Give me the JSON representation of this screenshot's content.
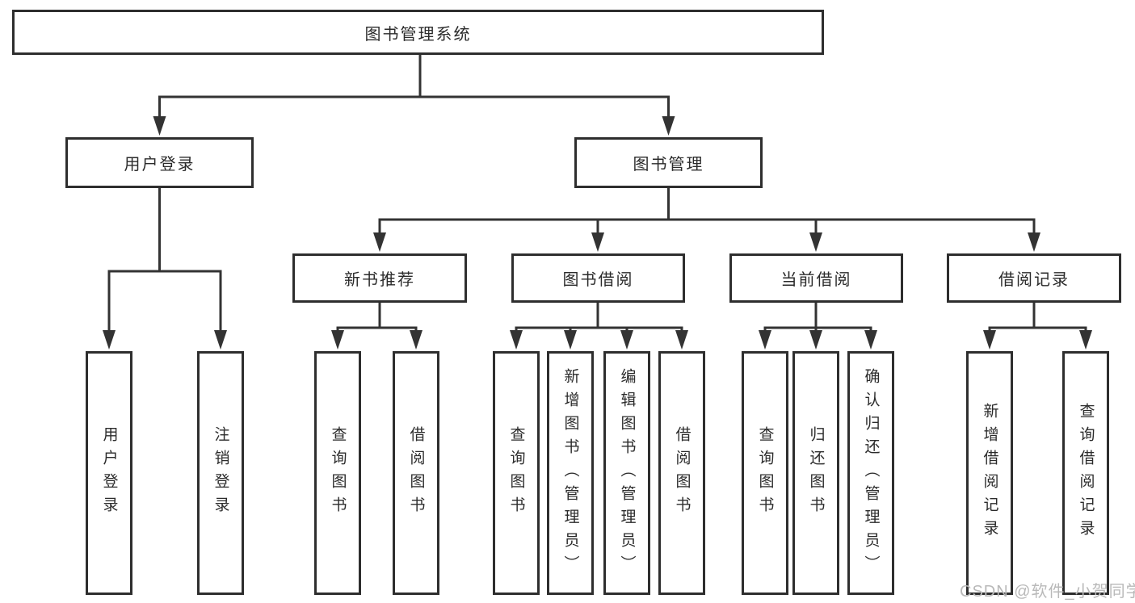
{
  "diagram": {
    "type": "tree",
    "orientation": "top-down"
  },
  "tree": {
    "root": {
      "label": "图书管理系统"
    },
    "children": [
      {
        "label": "用户登录",
        "children": [
          {
            "label": "用户登录"
          },
          {
            "label": "注销登录"
          }
        ]
      },
      {
        "label": "图书管理",
        "children": [
          {
            "label": "新书推荐",
            "children": [
              {
                "label": "查询图书"
              },
              {
                "label": "借阅图书"
              }
            ]
          },
          {
            "label": "图书借阅",
            "children": [
              {
                "label": "查询图书"
              },
              {
                "label": "新增图书（管理员）"
              },
              {
                "label": "编辑图书（管理员）"
              },
              {
                "label": "借阅图书"
              }
            ]
          },
          {
            "label": "当前借阅",
            "children": [
              {
                "label": "查询图书"
              },
              {
                "label": "归还图书"
              },
              {
                "label": "确认归还（管理员）"
              }
            ]
          },
          {
            "label": "借阅记录",
            "children": [
              {
                "label": "新增借阅记录"
              },
              {
                "label": "查询借阅记录"
              }
            ]
          }
        ]
      }
    ]
  },
  "watermark": {
    "text": "CSDN @软件_小贺同学"
  },
  "colors": {
    "background": "#ffffff",
    "box_border": "#2e2e2e",
    "line": "#333333",
    "text": "#2b2b2b",
    "watermark": "#b9b9b9"
  }
}
